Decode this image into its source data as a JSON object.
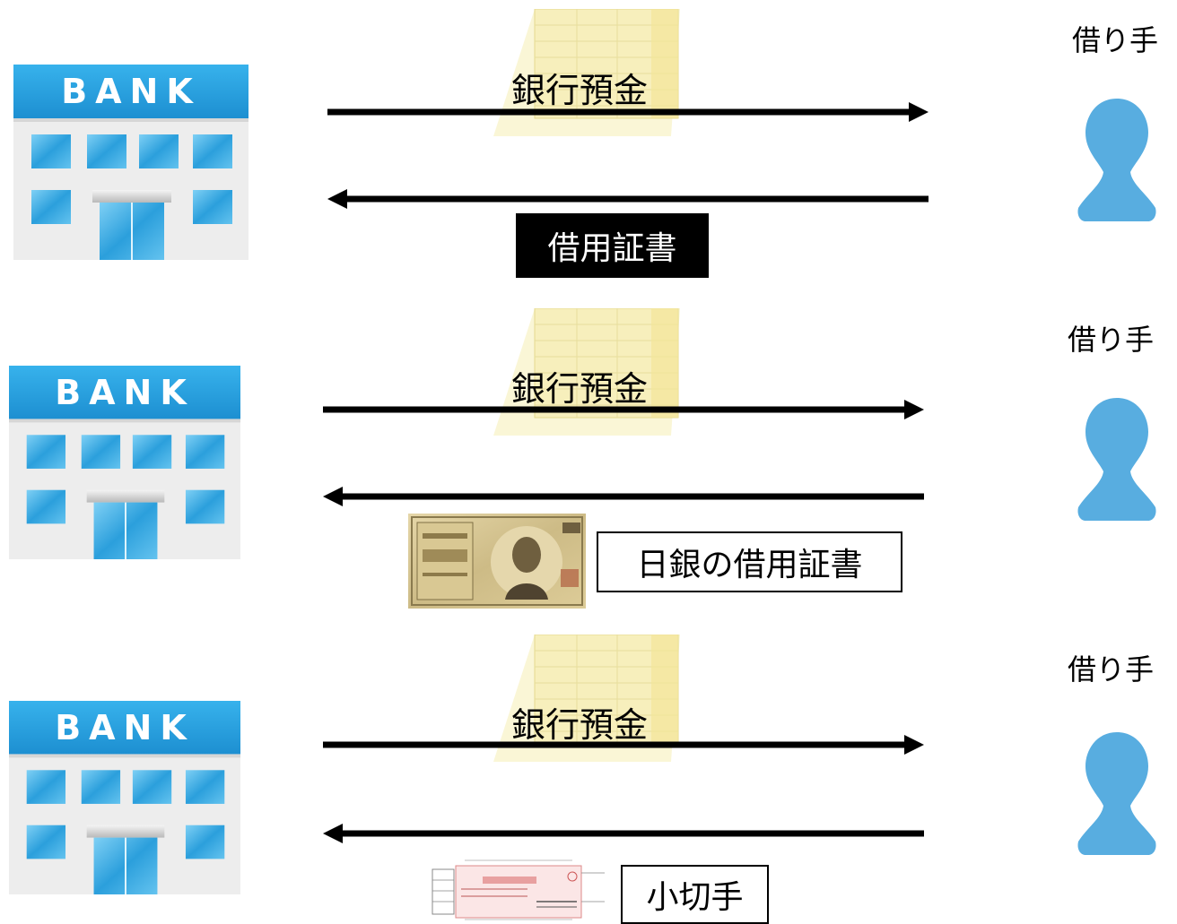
{
  "rows": [
    {
      "bank_sign": "BANK",
      "deposit_label": "銀行預金",
      "borrower_label": "借り手",
      "return_label": "借用証書",
      "return_style": "black"
    },
    {
      "bank_sign": "BANK",
      "deposit_label": "銀行預金",
      "borrower_label": "借り手",
      "return_label": "日銀の借用証書",
      "return_style": "outline",
      "return_image": "yen-banknote"
    },
    {
      "bank_sign": "BANK",
      "deposit_label": "銀行預金",
      "borrower_label": "借り手",
      "return_label": "小切手",
      "return_style": "outline",
      "return_image": "cheque"
    }
  ],
  "colors": {
    "bank_blue": "#2aa3e0",
    "bank_wall": "#eeeeee",
    "person_blue": "#58ade0",
    "passbook_yellow": "#f6eeb4",
    "arrow": "#000000"
  }
}
